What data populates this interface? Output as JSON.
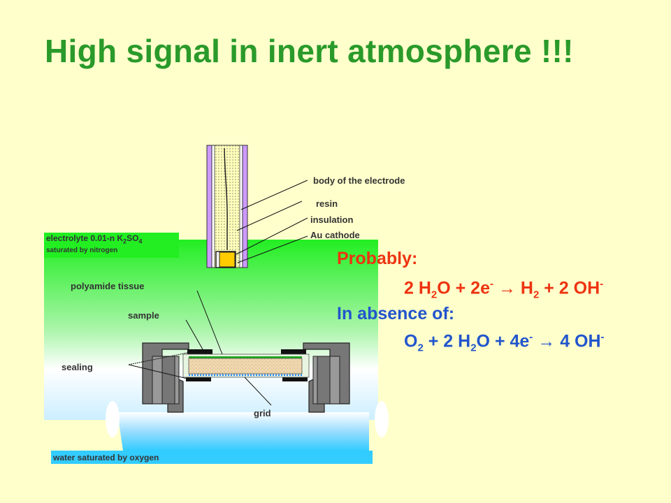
{
  "title": "High signal in inert atmosphere !!!",
  "labels": {
    "body": "body of  the electrode",
    "resin": "resin",
    "insulation": "insulation",
    "cathode": "Au cathode",
    "electrolyte_prefix": "electrolyte  0.01-n K",
    "electrolyte_sub1": "2",
    "electrolyte_mid": "SO",
    "electrolyte_sub2": "4",
    "electrolyte_line2": "saturated  by nitrogen",
    "polyamide": "polyamide  tissue",
    "sample": "sample",
    "sealing": "sealing",
    "grid": "grid",
    "water": "water saturated by oxygen"
  },
  "reactions": {
    "probably_label": "Probably:",
    "reaction1": {
      "a": "2 H",
      "a_sub": "2",
      "b": "O + 2e",
      "b_sup": "-",
      "arrow": " → H",
      "c_sub": "2",
      "d": " + 2 OH",
      "d_sup": "-"
    },
    "absence_label": "In absence of:",
    "reaction2": {
      "a": "O",
      "a_sub": "2",
      "b": " + 2 H",
      "b_sub": "2",
      "c": "O + 4e",
      "c_sup": "-",
      "arrow": " → 4 OH",
      "d_sup": "-"
    }
  },
  "colors": {
    "background": "#ffffcc",
    "title": "#2a9a2a",
    "electrolyte": "#33ee33",
    "water": "#33ccff",
    "reaction1": "#ee3311",
    "reaction2": "#2255cc"
  }
}
